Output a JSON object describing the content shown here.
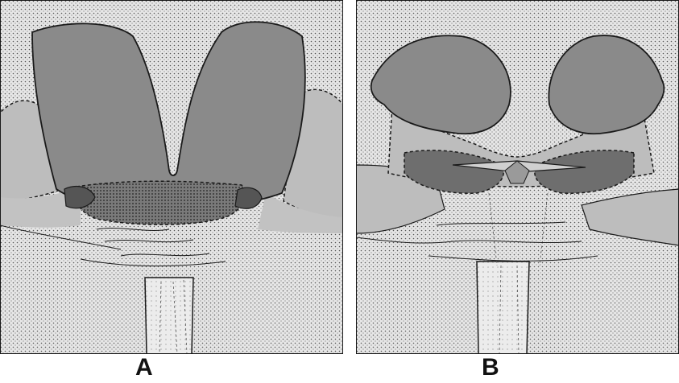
{
  "panels": [
    {
      "id": "A",
      "label": "A"
    },
    {
      "id": "B",
      "label": "B"
    }
  ],
  "colors": {
    "background_stipple": "#e3e3e3",
    "light_gray": "#bdbdbd",
    "dark_gray": "#8a8a8a",
    "darker_gray": "#6e6e6e",
    "outline": "#1a1a1a"
  }
}
